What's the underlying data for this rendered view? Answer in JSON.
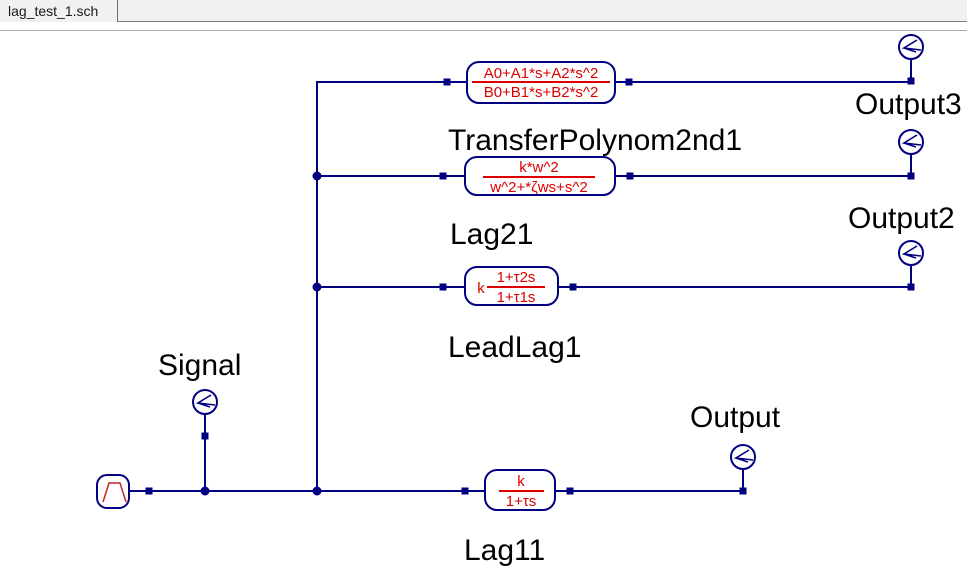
{
  "tab": {
    "title": "lag_test_1.sch"
  },
  "colors": {
    "wire": "#000080",
    "formula_text": "#dd0000",
    "label_text": "#000000",
    "tab_background": "#f1f1f1",
    "tab_border": "#6e6e6e",
    "canvas": "#ffffff"
  },
  "components": {
    "source": {
      "icon": "trapezoid-pulse-source-icon"
    },
    "blocks": [
      {
        "label": "TransferPolynom2nd1",
        "numerator": "A0+A1*s+A2*s^2",
        "denominator": "B0+B1*s+B2*s^2"
      },
      {
        "label": "Lag21",
        "numerator": "k*w^2",
        "denominator": "w^2+*ζws+s^2"
      },
      {
        "label": "LeadLag1",
        "gain": "k",
        "numerator": "1+τ2s",
        "denominator": "1+τ1s"
      },
      {
        "label": "Lag11",
        "numerator": "k",
        "denominator": "1+τs"
      }
    ],
    "probes": [
      {
        "icon": "voltmeter-probe-icon",
        "label": "Output3"
      },
      {
        "icon": "voltmeter-probe-icon",
        "label": "Output2"
      },
      {
        "icon": "voltmeter-probe-icon"
      },
      {
        "icon": "voltmeter-probe-icon",
        "label": "Output"
      },
      {
        "icon": "voltmeter-probe-icon",
        "label": "Signal"
      }
    ]
  }
}
